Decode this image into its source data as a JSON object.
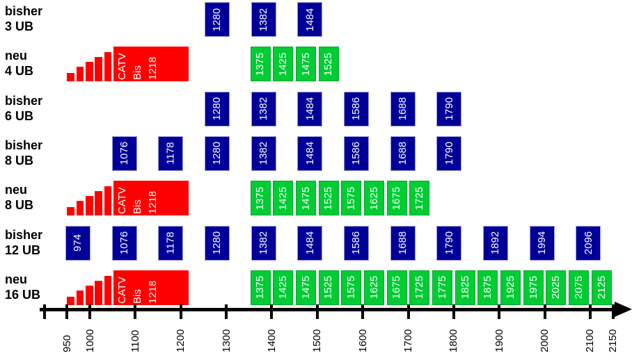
{
  "chart_data": {
    "type": "bar",
    "subtype": "frequency-allocation-plan",
    "unit": "MHz",
    "title": "",
    "xlabel": "",
    "legend": "none",
    "axis": {
      "min_mhz": 900,
      "max_mhz": 2150,
      "arrow_right": true,
      "ticks": [
        {
          "mhz": 900,
          "label": ""
        },
        {
          "mhz": 950,
          "label": "950"
        },
        {
          "mhz": 1000,
          "label": "1000"
        },
        {
          "mhz": 1100,
          "label": "1100"
        },
        {
          "mhz": 1200,
          "label": "1200"
        },
        {
          "mhz": 1300,
          "label": "1300"
        },
        {
          "mhz": 1400,
          "label": "1400"
        },
        {
          "mhz": 1500,
          "label": "1500"
        },
        {
          "mhz": 1600,
          "label": "1600"
        },
        {
          "mhz": 1700,
          "label": "1700"
        },
        {
          "mhz": 1800,
          "label": "1800"
        },
        {
          "mhz": 1900,
          "label": "1900"
        },
        {
          "mhz": 2000,
          "label": "2000"
        },
        {
          "mhz": 2100,
          "label": "2100"
        },
        {
          "mhz": 2150,
          "label": "2150"
        }
      ]
    },
    "catv": {
      "text_lines": [
        "CATV",
        "Bis",
        "1218"
      ],
      "ramp_start_mhz": 950,
      "ramp_bars": 5,
      "block_start_mhz": 1052,
      "block_end_mhz": 1218
    },
    "rows": [
      {
        "name": "bisher-3-ub",
        "label_lines": [
          "bisher",
          "3 UB"
        ],
        "kind": "bisher",
        "catv_block": false,
        "frequencies_mhz": [
          1280,
          1382,
          1484
        ]
      },
      {
        "name": "neu-4-ub",
        "label_lines": [
          "neu",
          "4 UB"
        ],
        "kind": "neu",
        "catv_block": true,
        "frequencies_mhz": [
          1375,
          1425,
          1475,
          1525
        ]
      },
      {
        "name": "bisher-6-ub",
        "label_lines": [
          "bisher",
          "6 UB"
        ],
        "kind": "bisher",
        "catv_block": false,
        "frequencies_mhz": [
          1280,
          1382,
          1484,
          1586,
          1688,
          1790
        ]
      },
      {
        "name": "bisher-8-ub",
        "label_lines": [
          "bisher",
          "8 UB"
        ],
        "kind": "bisher",
        "catv_block": false,
        "frequencies_mhz": [
          1076,
          1178,
          1280,
          1382,
          1484,
          1586,
          1688,
          1790
        ]
      },
      {
        "name": "neu-8-ub",
        "label_lines": [
          "neu",
          "8 UB"
        ],
        "kind": "neu",
        "catv_block": true,
        "frequencies_mhz": [
          1375,
          1425,
          1475,
          1525,
          1575,
          1625,
          1675,
          1725
        ]
      },
      {
        "name": "bisher-12-ub",
        "label_lines": [
          "bisher",
          "12 UB"
        ],
        "kind": "bisher",
        "catv_block": false,
        "frequencies_mhz": [
          974,
          1076,
          1178,
          1280,
          1382,
          1484,
          1586,
          1688,
          1790,
          1892,
          1994,
          2096
        ]
      },
      {
        "name": "neu-16-ub",
        "label_lines": [
          "neu",
          "16 UB"
        ],
        "kind": "neu",
        "catv_block": true,
        "frequencies_mhz": [
          1375,
          1425,
          1475,
          1525,
          1575,
          1625,
          1675,
          1725,
          1775,
          1825,
          1875,
          1925,
          1975,
          2025,
          2075,
          2125
        ]
      }
    ],
    "colors": {
      "bisher_box": "#000099",
      "bisher_border": "#9a9ad8",
      "neu_box": "#00CC33",
      "neu_border": "#00A62A",
      "catv_red": "#FF0000",
      "box_text": "#FFFFFF",
      "axis": "#000000",
      "label_text": "#000000",
      "background": "#FFFFFF"
    }
  }
}
